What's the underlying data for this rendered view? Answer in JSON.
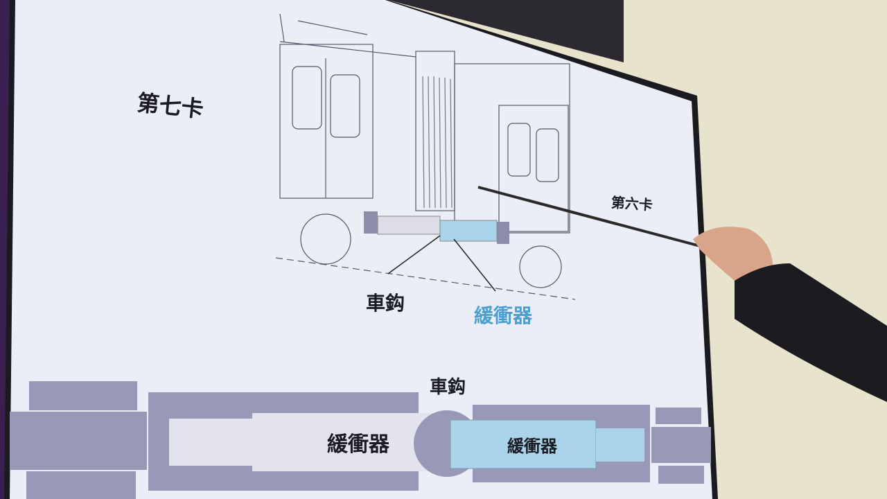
{
  "diagram": {
    "car_left_label": "第七卡",
    "car_right_label": "第六卡",
    "coupler_label": "車鈎",
    "buffer_label": "緩衝器"
  },
  "detail": {
    "coupler_label": "車鈎",
    "buffer_left_label": "緩衝器",
    "buffer_right_label": "緩衝器"
  },
  "colors": {
    "screen": "#eceef7",
    "wall": "#e8e3cc",
    "block": "#9a9bb8",
    "buffer_blue": "#a9d4ea",
    "accent_blue": "#4a9fd0"
  }
}
